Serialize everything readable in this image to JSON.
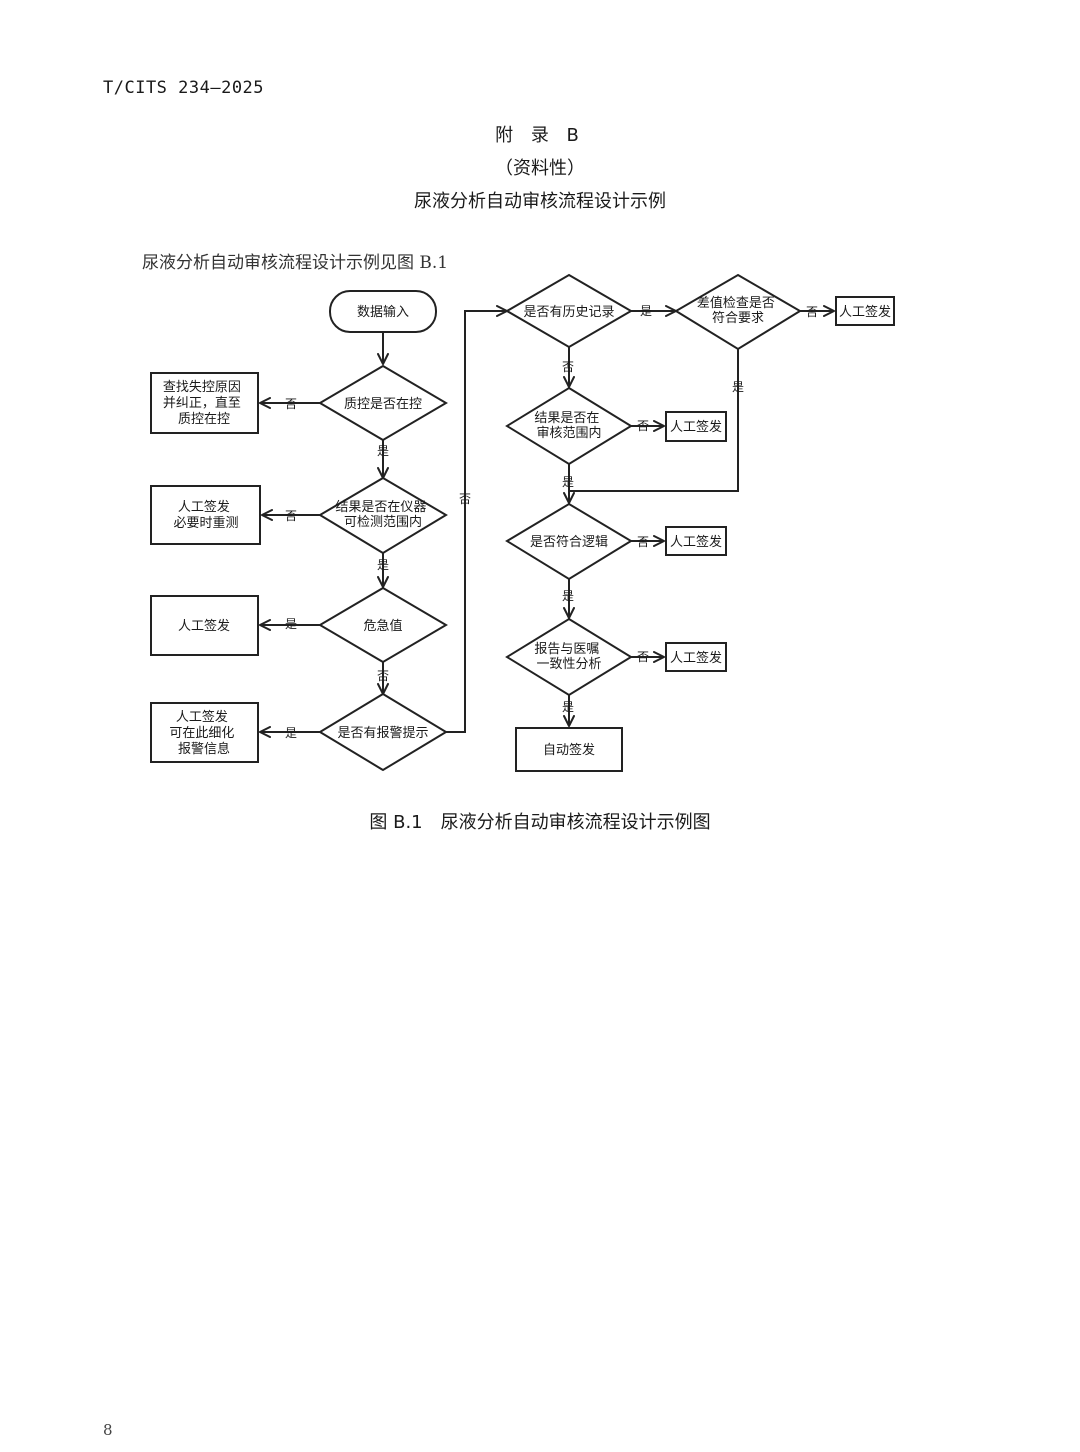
{
  "header": {
    "standard_code": "T/CITS 234—2025"
  },
  "appendix": {
    "title": "附 录 B",
    "nature": "（资料性）",
    "name": "尿液分析自动审核流程设计示例"
  },
  "intro_text": "尿液分析自动审核流程设计示例见图 B.1",
  "flowchart": {
    "nodes": {
      "data_input": [
        "数据输入"
      ],
      "qc_in_control": [
        "质控是否在控"
      ],
      "find_cause": [
        "查找失控原因",
        "并纠正，直至",
        "质控在控"
      ],
      "in_detect_range": [
        "结果是否在仪器",
        "可检测范围内"
      ],
      "manual_retest": [
        "人工签发",
        "必要时重测"
      ],
      "critical_value": [
        "危急值"
      ],
      "manual_critical": [
        "人工签发"
      ],
      "has_alarm": [
        "是否有报警提示"
      ],
      "manual_alarm": [
        "人工签发",
        "可在此细化",
        "报警信息"
      ],
      "has_history": [
        "是否有历史记录"
      ],
      "delta_check": [
        "差值检查是否",
        "符合要求"
      ],
      "manual_delta": [
        "人工签发"
      ],
      "in_review_range": [
        "结果是否在",
        "审核范围内"
      ],
      "manual_review": [
        "人工签发"
      ],
      "logic_ok": [
        "是否符合逻辑"
      ],
      "manual_logic": [
        "人工签发"
      ],
      "report_consistency": [
        "报告与医嘱",
        "一致性分析"
      ],
      "manual_consistency": [
        "人工签发"
      ],
      "auto_release": [
        "自动签发"
      ]
    },
    "edge_labels": {
      "qc_no": "否",
      "qc_yes": "是",
      "range_no": "否",
      "range_yes": "是",
      "critical_yes": "是",
      "critical_no": "否",
      "alarm_yes": "是",
      "alarm_no": "否",
      "history_yes": "是",
      "history_no": "否",
      "delta_no": "否",
      "delta_yes": "是",
      "review_no": "否",
      "review_yes": "是",
      "logic_no": "否",
      "logic_yes": "是",
      "consistency_no": "否",
      "consistency_yes": "是"
    }
  },
  "figure_caption": "图 B.1　尿液分析自动审核流程设计示例图",
  "page_number": "8"
}
